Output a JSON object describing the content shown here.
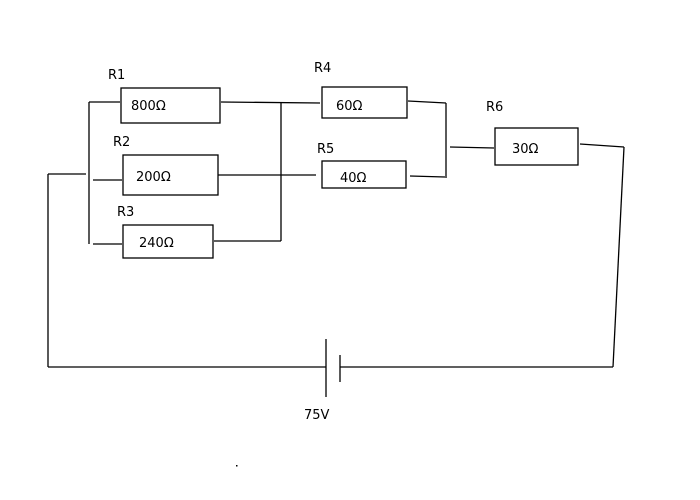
{
  "diagram": {
    "type": "circuit-schematic",
    "resistors": [
      {
        "id": "R1",
        "label": "R1",
        "value": "800Ω",
        "resistance_ohms": 800
      },
      {
        "id": "R2",
        "label": "R2",
        "value": "200Ω",
        "resistance_ohms": 200
      },
      {
        "id": "R3",
        "label": "R3",
        "value": "240Ω",
        "resistance_ohms": 240
      },
      {
        "id": "R4",
        "label": "R4",
        "value": "60Ω",
        "resistance_ohms": 60
      },
      {
        "id": "R5",
        "label": "R5",
        "value": "40Ω",
        "resistance_ohms": 40
      },
      {
        "id": "R6",
        "label": "R6",
        "value": "30Ω",
        "resistance_ohms": 30
      }
    ],
    "battery": {
      "label": "75V",
      "voltage_volts": 75
    },
    "topology": [
      "R1, R2, R3 in parallel",
      "R4, R5 in parallel",
      "R6 in series",
      "battery closes the loop"
    ]
  }
}
